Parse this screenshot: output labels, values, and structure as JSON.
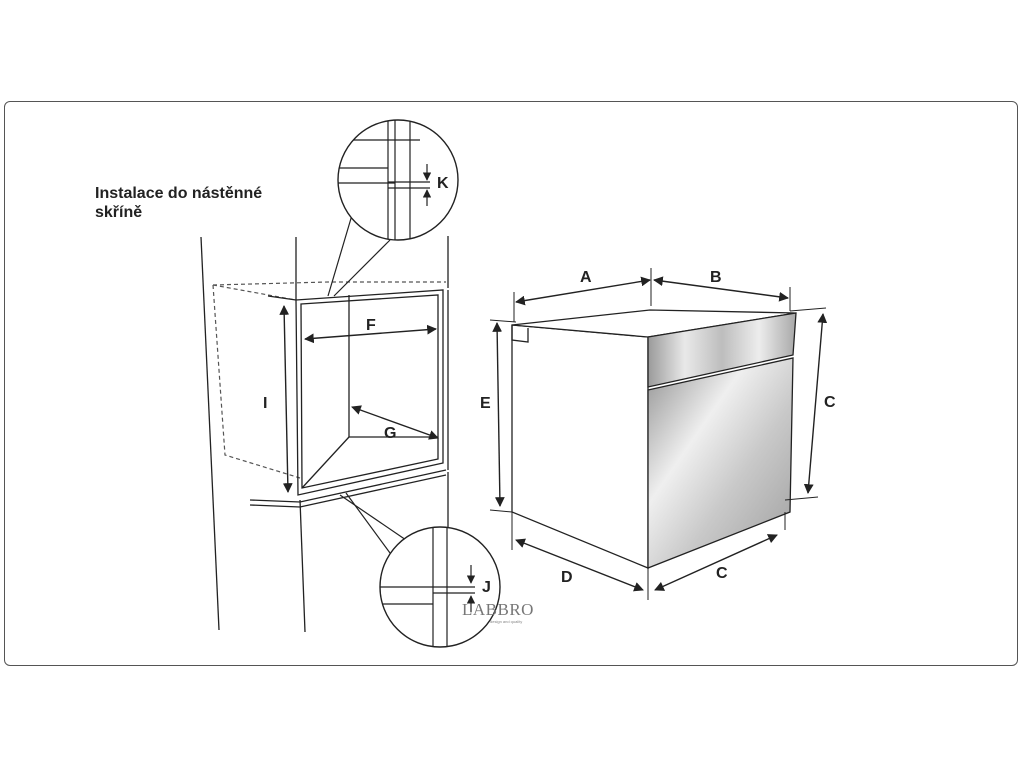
{
  "title": {
    "line1": "Instalace do nástěnné",
    "line2": "skříně"
  },
  "cabinet_labels": {
    "f": "F",
    "g": "G",
    "i": "I",
    "k": "K",
    "j": "J"
  },
  "oven_labels": {
    "a": "A",
    "b": "B",
    "c_height": "C",
    "c_depth": "C",
    "d": "D",
    "e": "E"
  },
  "logo": {
    "brand": "LABBRO",
    "tagline": "design and quality"
  },
  "colors": {
    "line": "#222222",
    "dashed": "#555555",
    "frame": "#555555"
  }
}
